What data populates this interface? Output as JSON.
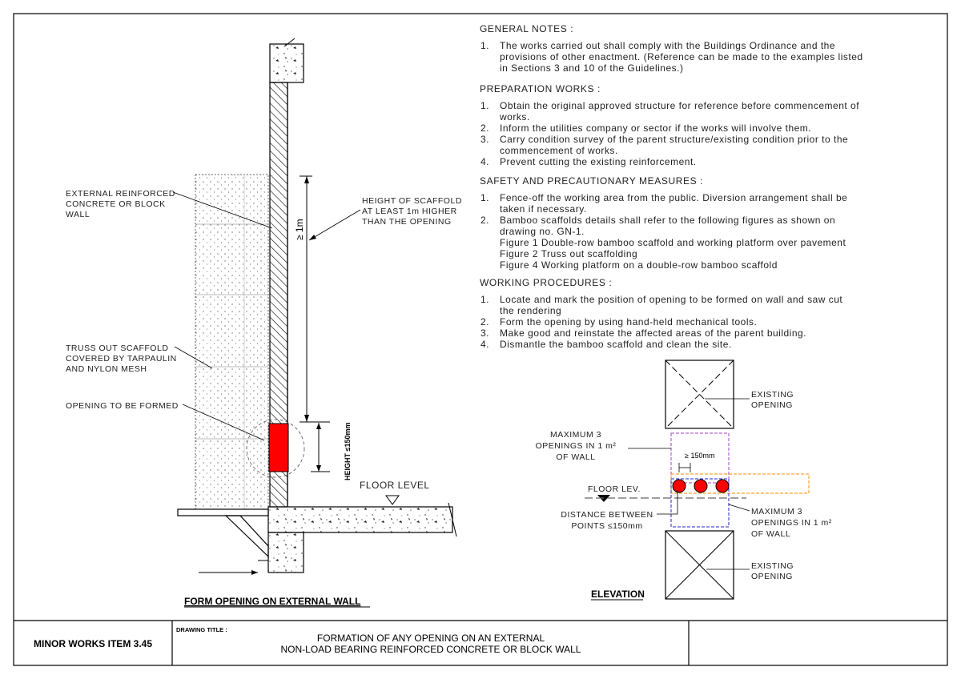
{
  "notes": {
    "general": {
      "heading": "GENERAL NOTES :",
      "lines": [
        {
          "n": "1.",
          "text": "The works carried out shall comply with the Buildings Ordinance and the"
        },
        {
          "n": "",
          "text": "provisions of other enactment. (Reference can be made to the examples listed"
        },
        {
          "n": "",
          "text": "in Sections 3 and 10 of the Guidelines.)"
        }
      ]
    },
    "preparation": {
      "heading": "PREPARATION WORKS :",
      "lines": [
        {
          "n": "1.",
          "text": "Obtain the original approved structure for reference before commencement of"
        },
        {
          "n": "",
          "text": "works."
        },
        {
          "n": "2.",
          "text": "Inform the utilities company or sector if the works will involve them."
        },
        {
          "n": "3.",
          "text": "Carry condition survey of the parent structure/existing condition prior to the"
        },
        {
          "n": "",
          "text": "commencement of works."
        },
        {
          "n": "4.",
          "text": "Prevent cutting the existing reinforcement."
        }
      ]
    },
    "safety": {
      "heading": "SAFETY AND PRECAUTIONARY MEASURES :",
      "lines": [
        {
          "n": "1.",
          "text": "Fence-off the working area from the public. Diversion arrangement shall be"
        },
        {
          "n": "",
          "text": "taken if necessary."
        },
        {
          "n": "2.",
          "text": "Bamboo scaffolds details shall refer to the following figures as shown on"
        },
        {
          "n": "",
          "text": "drawing no. GN-1."
        },
        {
          "n": "",
          "text": "Figure 1 Double-row bamboo scaffold and working platform over pavement"
        },
        {
          "n": "",
          "text": "Figure 2 Truss out scaffolding"
        },
        {
          "n": "",
          "text": "Figure 4 Working platform on a double-row bamboo scaffold"
        }
      ]
    },
    "procedures": {
      "heading": "WORKING PROCEDURES :",
      "lines": [
        {
          "n": "1.",
          "text": "Locate and mark the position of opening to be formed on wall and saw cut"
        },
        {
          "n": "",
          "text": "the rendering"
        },
        {
          "n": "2.",
          "text": "Form the opening by using hand-held mechanical tools."
        },
        {
          "n": "3.",
          "text": "Make good and reinstate the affected areas of the parent building."
        },
        {
          "n": "4.",
          "text": "Dismantle the bamboo scaffold and clean the site."
        }
      ]
    }
  },
  "section": {
    "wall_label": [
      "EXTERNAL REINFORCED",
      "CONCRETE OR BLOCK",
      "WALL"
    ],
    "scaffold_label": [
      "TRUSS OUT SCAFFOLD",
      "COVERED BY TARPAULIN",
      "AND NYLON MESH"
    ],
    "opening_label": "OPENING TO BE FORMED",
    "height_label": [
      "HEIGHT OF SCAFFOLD",
      "AT LEAST 1m HIGHER",
      "THAN THE OPENING"
    ],
    "dim_1m": "≥ 1m",
    "dim_height": "HEIGHT ≤150mm",
    "floor_level": "FLOOR LEVEL",
    "caption": "FORM OPENING ON EXTERNAL WALL"
  },
  "elevation": {
    "existing_top": [
      "EXISTING",
      "OPENING"
    ],
    "existing_bottom": [
      "EXISTING",
      "OPENING"
    ],
    "max_top": [
      "MAXIMUM 3",
      "OPENINGS IN 1 m²",
      "OF WALL"
    ],
    "max_right": [
      "MAXIMUM 3",
      "OPENINGS IN 1 m²",
      "OF WALL"
    ],
    "dim_150": "≥ 150mm",
    "floor_lev": "FLOOR LEV.",
    "distance": [
      "DISTANCE BETWEEN",
      "POINTS ≤150mm"
    ],
    "caption": "ELEVATION"
  },
  "title_block": {
    "item": "MINOR WORKS ITEM 3.45",
    "drawing_title_label": "DRAWING TITLE :",
    "title_lines": [
      "FORMATION OF ANY OPENING ON AN EXTERNAL",
      "NON-LOAD BEARING REINFORCED CONCRETE OR BLOCK WALL"
    ]
  },
  "colors": {
    "opening": "#ff0000",
    "purple_zone": "#a040c0",
    "blue_zone": "#2020d0",
    "orange_zone": "#ff8c00"
  }
}
